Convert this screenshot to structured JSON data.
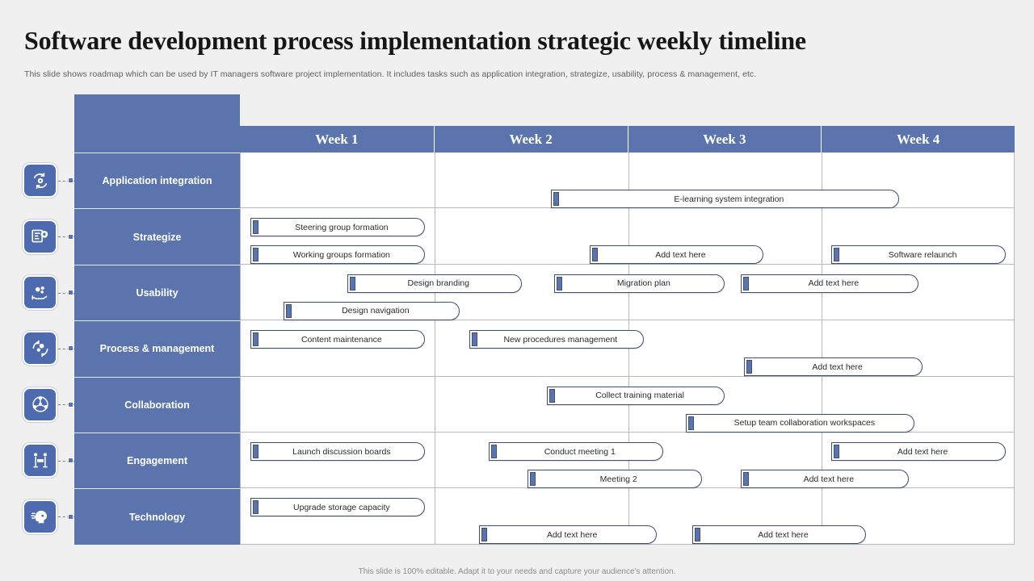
{
  "slide": {
    "title": "Software development process implementation strategic weekly timeline",
    "subtitle": "This slide shows roadmap which can be used by IT  managers  software project implementation. It includes tasks such as application integration, strategize, usability, process & management, etc.",
    "footer": "This slide is 100% editable. Adapt it to your needs and capture your audience's attention."
  },
  "colors": {
    "accent": "#5b74ae",
    "icon_tile": "#4f6bb0",
    "bar_border": "#3f4f6d",
    "grid_line": "#b9b9b9",
    "page_bg": "#f0f0f0"
  },
  "chart_data": {
    "type": "bar",
    "title": "Software development process implementation strategic weekly timeline",
    "xlabel": "",
    "ylabel": "",
    "columns": [
      "Week 1",
      "Week 2",
      "Week 3",
      "Week 4"
    ],
    "grid": true,
    "legend": "none",
    "rows": [
      {
        "label": "Application integration",
        "icon": "recycle-gear-icon",
        "tasks": [
          {
            "text": "E-learning system integration",
            "start_week": 2.6,
            "end_week": 4.4,
            "lane": 1
          }
        ]
      },
      {
        "label": "Strategize",
        "icon": "strategy-board-icon",
        "tasks": [
          {
            "text": "Steering group formation",
            "start_week": 1.05,
            "end_week": 1.95,
            "lane": 0
          },
          {
            "text": "Working groups formation",
            "start_week": 1.05,
            "end_week": 1.95,
            "lane": 1
          },
          {
            "text": "Add text here",
            "start_week": 2.8,
            "end_week": 3.7,
            "lane": 1
          },
          {
            "text": "Software relaunch",
            "start_week": 4.05,
            "end_week": 4.95,
            "lane": 1
          }
        ]
      },
      {
        "label": "Usability",
        "icon": "hand-gears-icon",
        "tasks": [
          {
            "text": "Design branding",
            "start_week": 1.55,
            "end_week": 2.45,
            "lane": 0
          },
          {
            "text": "Migration plan",
            "start_week": 2.62,
            "end_week": 3.5,
            "lane": 0
          },
          {
            "text": "Add text here",
            "start_week": 3.58,
            "end_week": 4.5,
            "lane": 0
          },
          {
            "text": "Design navigation",
            "start_week": 1.22,
            "end_week": 2.13,
            "lane": 1
          }
        ]
      },
      {
        "label": "Process & management",
        "icon": "process-cycle-icon",
        "tasks": [
          {
            "text": "Content maintenance",
            "start_week": 1.05,
            "end_week": 1.95,
            "lane": 0
          },
          {
            "text": "New procedures  management",
            "start_week": 2.18,
            "end_week": 3.08,
            "lane": 0
          },
          {
            "text": "Add text here",
            "start_week": 3.6,
            "end_week": 4.52,
            "lane": 1
          }
        ]
      },
      {
        "label": "Collaboration",
        "icon": "team-network-icon",
        "tasks": [
          {
            "text": "Collect training material",
            "start_week": 2.58,
            "end_week": 3.5,
            "lane": 0
          },
          {
            "text": "Setup team collaboration workspaces",
            "start_week": 3.3,
            "end_week": 4.48,
            "lane": 1
          }
        ]
      },
      {
        "label": "Engagement",
        "icon": "handshake-icon",
        "tasks": [
          {
            "text": "Launch discussion boards",
            "start_week": 1.05,
            "end_week": 1.95,
            "lane": 0
          },
          {
            "text": "Conduct meeting 1",
            "start_week": 2.28,
            "end_week": 3.18,
            "lane": 0
          },
          {
            "text": "Add text here",
            "start_week": 4.05,
            "end_week": 4.95,
            "lane": 0
          },
          {
            "text": "Meeting 2",
            "start_week": 2.48,
            "end_week": 3.38,
            "lane": 1
          },
          {
            "text": "Add text here",
            "start_week": 3.58,
            "end_week": 4.45,
            "lane": 1
          }
        ]
      },
      {
        "label": "Technology",
        "icon": "head-tech-icon",
        "tasks": [
          {
            "text": "Upgrade storage capacity",
            "start_week": 1.05,
            "end_week": 1.95,
            "lane": 0
          },
          {
            "text": "Add text here",
            "start_week": 2.23,
            "end_week": 3.15,
            "lane": 1
          },
          {
            "text": "Add text here",
            "start_week": 3.33,
            "end_week": 4.23,
            "lane": 1
          }
        ]
      }
    ]
  }
}
